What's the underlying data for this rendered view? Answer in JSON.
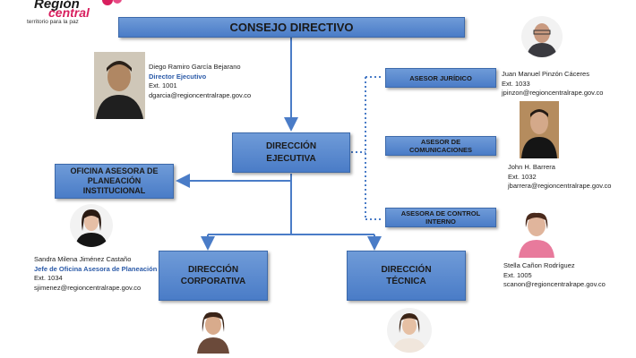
{
  "logo": {
    "line1": "Región",
    "line2": "central",
    "tagline": "territorio para la paz"
  },
  "colors": {
    "box_fill": "#5b8cd4",
    "arrow": "#4a7cc7",
    "role_text": "#2b5aa8"
  },
  "boxes": {
    "consejo": "CONSEJO DIRECTIVO",
    "direccion_ejecutiva": "DIRECCIÓN EJECUTIVA",
    "oficina_planeacion": "OFICINA ASESORA DE PLANEACIÓN INSTITUCIONAL",
    "asesor_juridico": "ASESOR JURÍDICO",
    "asesor_comunicaciones": "ASESOR DE COMUNICACIONES",
    "asesor_control": "ASESORA DE CONTROL INTERNO",
    "direccion_corporativa": "DIRECCIÓN CORPORATIVA",
    "direccion_tecnica": "DIRECCIÓN TÉCNICA"
  },
  "people": {
    "diego": {
      "name": "Diego Ramiro García Bejarano",
      "role": "Director Ejecutivo",
      "ext": "Ext. 1001",
      "email": "dgarcia@regioncentralrape.gov.co"
    },
    "juan": {
      "name": "Juan Manuel Pinzón Cáceres",
      "ext": "Ext. 1033",
      "email": "jpinzon@regioncentralrape.gov.co"
    },
    "john": {
      "name": "John H. Barrera",
      "ext": "Ext. 1032",
      "email": "jbarrera@regioncentralrape.gov.co"
    },
    "stella": {
      "name": "Stella Cañon Rodríguez",
      "ext": "Ext. 1005",
      "email": "scanon@regioncentralrape.gov.co"
    },
    "sandra": {
      "name": "Sandra Milena Jiménez Castaño",
      "role": "Jefe de Oficina Asesora de Planeación",
      "ext": "Ext. 1034",
      "email": "sjimenez@regioncentralrape.gov.co"
    }
  }
}
